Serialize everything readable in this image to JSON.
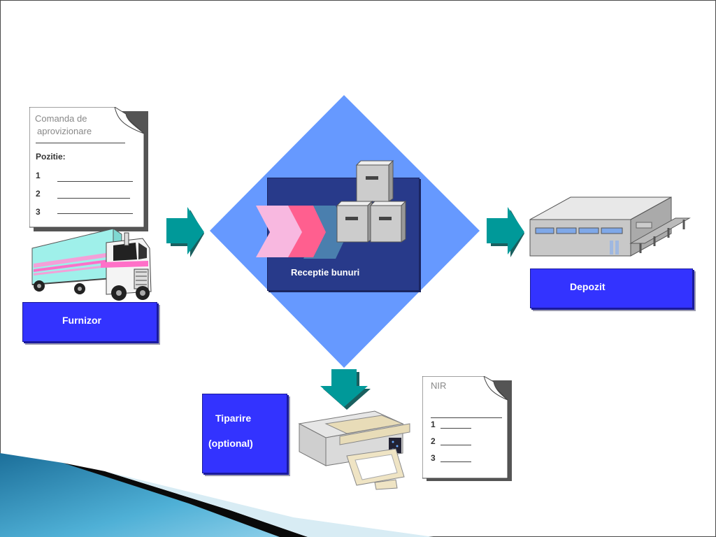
{
  "order_doc": {
    "title_line1": "Comanda de",
    "title_line2": "aprovizionare",
    "positions_label": "Pozitie:",
    "rows": [
      "1",
      "2",
      "3"
    ]
  },
  "supplier": {
    "label": "Furnizor"
  },
  "reception": {
    "label": "Receptie bunuri"
  },
  "warehouse": {
    "label": "Depozit"
  },
  "printing": {
    "label_line1": "Tiparire",
    "label_line2": "(optional)"
  },
  "nir_doc": {
    "title": "NIR",
    "rows": [
      "1",
      "2",
      "3"
    ]
  },
  "colors": {
    "diamond": "#6699ff",
    "reception_panel": "#283a8a",
    "label_box": "#3333ff",
    "arrow": "#009999"
  }
}
